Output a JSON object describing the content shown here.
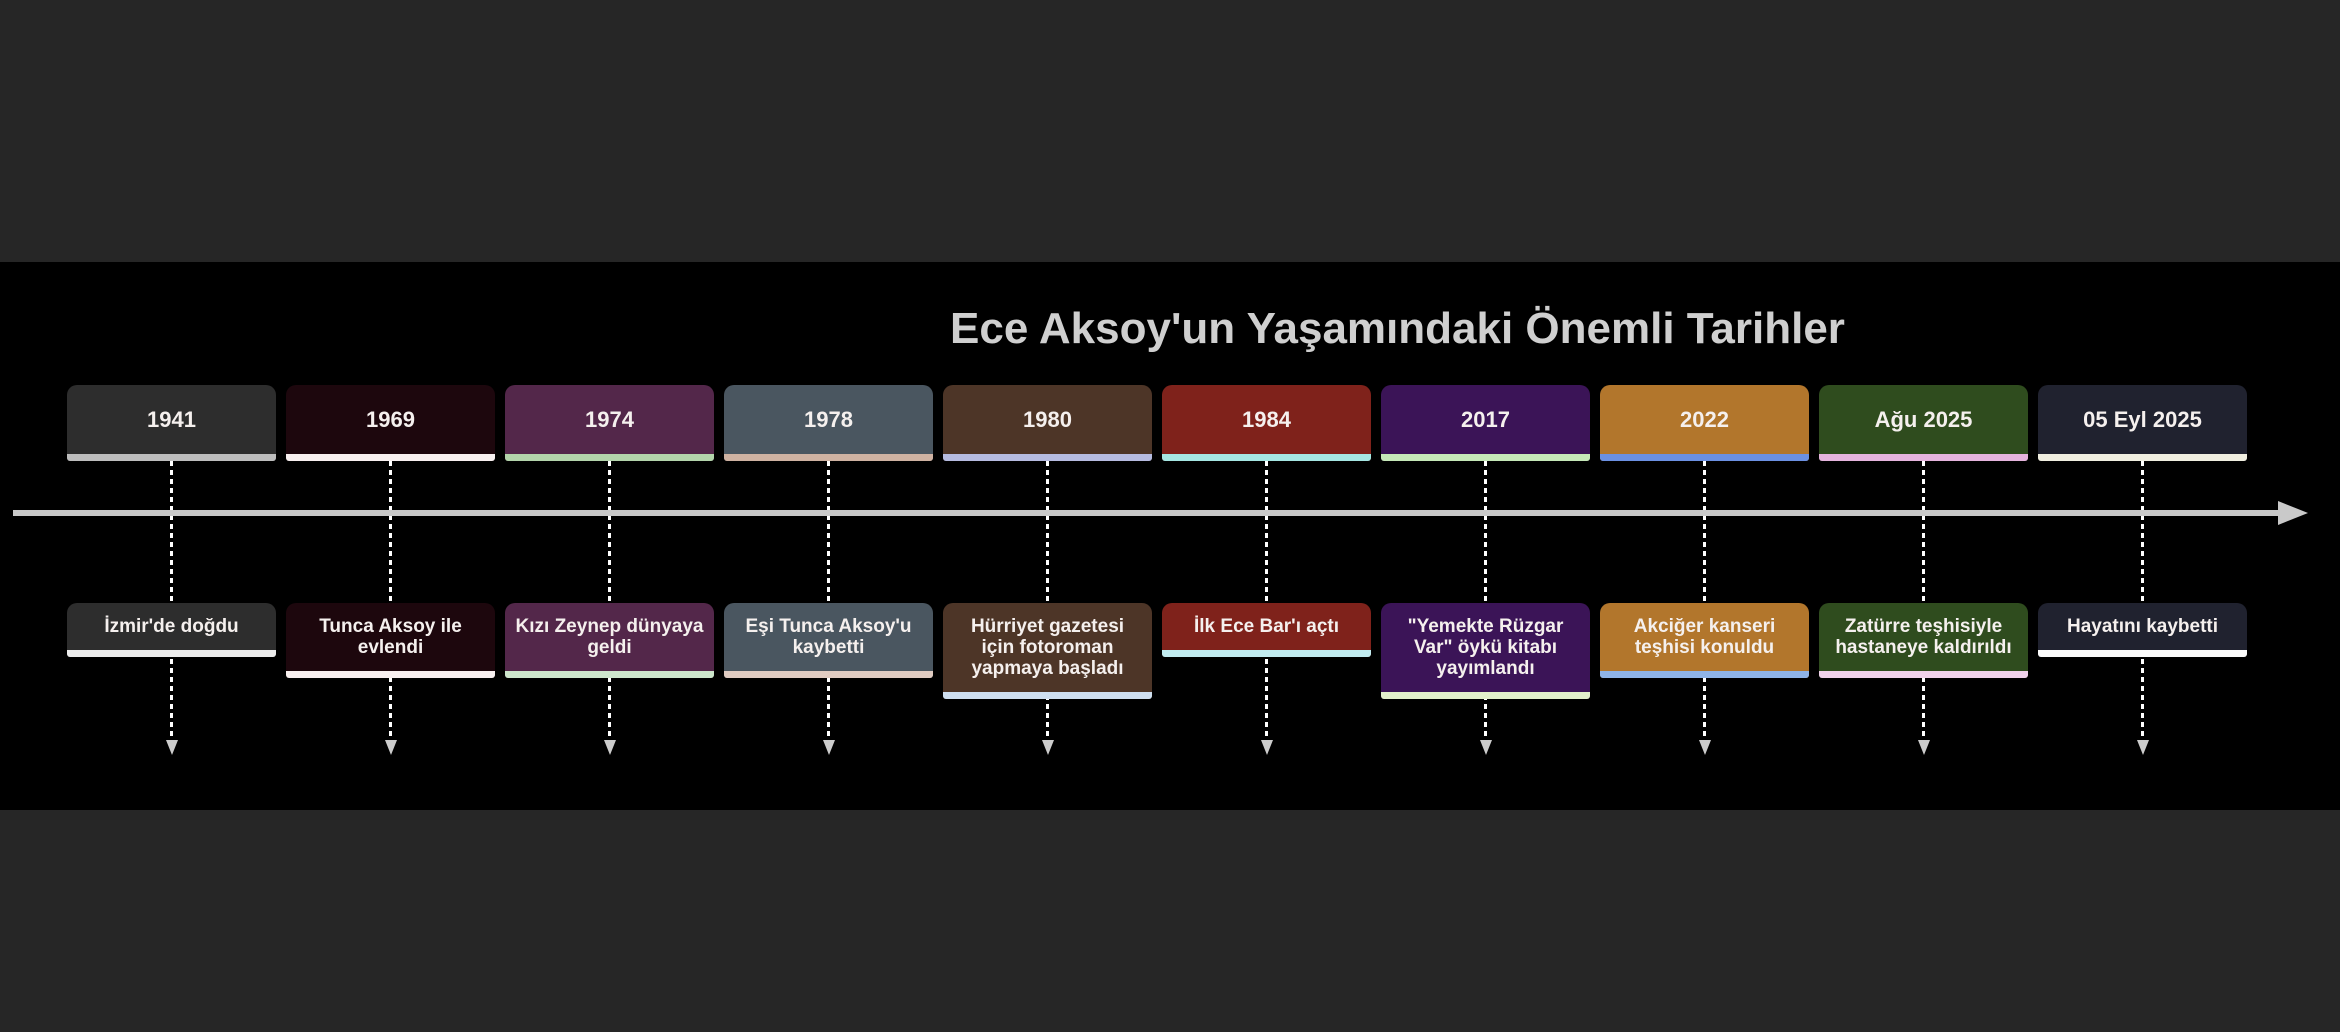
{
  "page": {
    "background": "#262626",
    "band_background": "#000000"
  },
  "title": {
    "text": "Ece Aksoy'un Yaşamındaki Önemli Tarihler",
    "color": "#cfcfcf"
  },
  "axis": {
    "line_color": "#c9c9c9",
    "dash_color": "#ffffff",
    "marker_color": "#cccccc",
    "text_color": "#f5f0ee"
  },
  "events": [
    {
      "date": "1941",
      "label": "İzmir'de doğdu",
      "fill": "#2d2d2d",
      "date_accent": "#bdbdbd",
      "label_accent": "#ededed"
    },
    {
      "date": "1969",
      "label": "Tunca Aksoy ile evlendi",
      "fill": "#1d070d",
      "date_accent": "#f8f0f0",
      "label_accent": "#f8f0f0"
    },
    {
      "date": "1974",
      "label": "Kızı Zeynep dünyaya geldi",
      "fill": "#53274a",
      "date_accent": "#b3d4ab",
      "label_accent": "#cde6cc"
    },
    {
      "date": "1978",
      "label": "Eşi Tunca Aksoy'u kaybetti",
      "fill": "#4a5660",
      "date_accent": "#cfb2a2",
      "label_accent": "#e0ccc2"
    },
    {
      "date": "1980",
      "label": "Hürriyet gazetesi için fotoroman yapmaya başladı",
      "fill": "#4d3527",
      "date_accent": "#b6bbe0",
      "label_accent": "#cfdff0"
    },
    {
      "date": "1984",
      "label": "İlk Ece Bar'ı açtı",
      "fill": "#7f221b",
      "date_accent": "#a5e6e2",
      "label_accent": "#c2ecf0"
    },
    {
      "date": "2017",
      "label": "\"Yemekte Rüzgar Var\" öykü kitabı yayımlandı",
      "fill": "#3b1457",
      "date_accent": "#c5e8b8",
      "label_accent": "#e2f0cb"
    },
    {
      "date": "2022",
      "label": "Akciğer kanseri teşhisi konuldu",
      "fill": "#b2762c",
      "date_accent": "#6b90e2",
      "label_accent": "#8fb4e8"
    },
    {
      "date": "Ağu 2025",
      "label": "Zatürre teşhisiyle hastaneye kaldırıldı",
      "fill": "#2f4c1e",
      "date_accent": "#e5b4dd",
      "label_accent": "#f0d2ea"
    },
    {
      "date": "05 Eyl 2025",
      "label": "Hayatını kaybetti",
      "fill": "#20222f",
      "date_accent": "#f0eee0",
      "label_accent": "#fbfbfb"
    }
  ]
}
